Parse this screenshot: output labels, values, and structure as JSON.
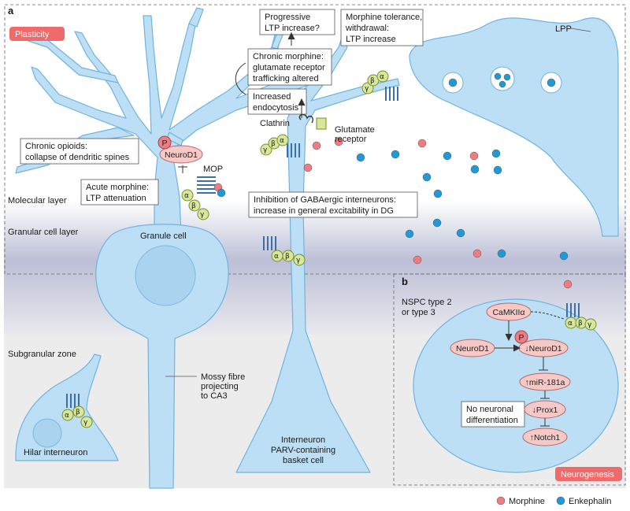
{
  "panel_labels": {
    "a": "a",
    "b": "b"
  },
  "tags": {
    "plasticity": "Plasticity",
    "neurogenesis": "Neurogenesis"
  },
  "layers": {
    "molecular": "Molecular layer",
    "granular": "Granular cell layer",
    "subgranular": "Subgranular zone"
  },
  "callouts": {
    "progressive": [
      "Progressive",
      "LTP increase?"
    ],
    "tolerance": [
      "Morphine tolerance,",
      "withdrawal:",
      "LTP increase"
    ],
    "chronic_morphine": [
      "Chronic morphine:",
      "glutamate receptor",
      "trafficking altered"
    ],
    "endocytosis": [
      "Increased",
      "endocytosis"
    ],
    "chronic_opioids": [
      "Chronic opioids:",
      "collapse of dendritic spines"
    ],
    "acute_morphine": [
      "Acute morphine:",
      "LTP attenuation"
    ],
    "gaba": [
      "Inhibition of GABAergic interneurons:",
      "increase in general excitability in DG"
    ],
    "no_neuronal": [
      "No neuronal",
      "differentiation"
    ]
  },
  "labels": {
    "lpp": "LPP",
    "clathrin": "Clathrin",
    "glutamate": [
      "Glutamate",
      "receptor"
    ],
    "mop": "MOP",
    "granule_cell": "Granule cell",
    "mossy": [
      "Mossy fibre",
      "projecting",
      "to CA3"
    ],
    "hilar": "Hilar interneuron",
    "interneuron": [
      "Interneuron",
      "PARV-containing",
      "basket cell"
    ],
    "nspc": [
      "NSPC type 2",
      "or type 3"
    ]
  },
  "pills": {
    "neurod1_a": "NeuroD1",
    "camk": "CaMKIIα",
    "neurod1_b": "NeuroD1",
    "neurod1_c": "↓NeuroD1",
    "mir": "↑miR-181a",
    "prox1": "↓Prox1",
    "notch1": "↑Notch1",
    "phospho": "P"
  },
  "subunits": {
    "alpha": "α",
    "beta": "β",
    "gamma": "γ"
  },
  "legend": {
    "morphine": "Morphine",
    "enkephalin": "Enkephalin"
  },
  "colors": {
    "cell_fill": "#bcdff5",
    "cell_stroke": "#6fb3e0",
    "morphine": "#ef7b83",
    "enkephalin": "#1f9ad6",
    "pill": "#f6c9c6",
    "subunit": "#d8e89a",
    "tag": "#ef6b6b",
    "receptor": "#3d6fa8"
  }
}
